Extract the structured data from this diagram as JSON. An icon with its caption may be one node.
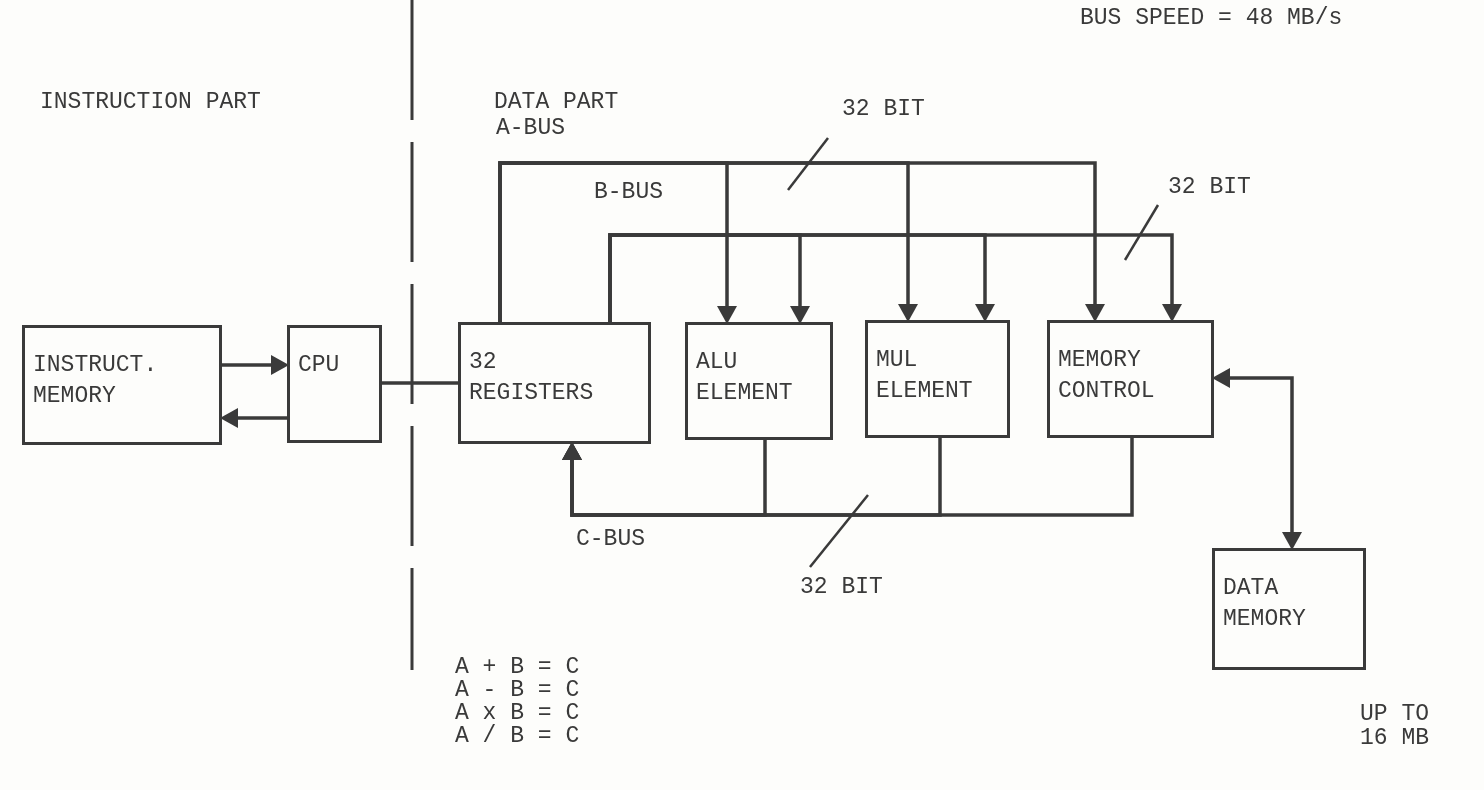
{
  "diagram": {
    "nodes": [
      {
        "text": [
          "INSTRUCT. MEMORY"
        ]
      },
      {
        "text": [
          "CPU"
        ]
      },
      {
        "text": [
          "32 REGISTERS"
        ]
      },
      {
        "text": [
          "ALU ELEMENT"
        ]
      },
      {
        "text": [
          "MUL ELEMENT"
        ]
      },
      {
        "text": [
          "MEMORY CONTROL"
        ]
      },
      {
        "text": [
          "DATA MEMORY"
        ]
      }
    ],
    "edges": [
      {
        "from": 0,
        "to": 1,
        "arrow": "to"
      },
      {
        "from": 1,
        "to": 0,
        "arrow": "to"
      },
      {
        "from": 1,
        "to": 2,
        "arrow": "none"
      },
      {
        "from": 2,
        "to": 3,
        "arrow": "to"
      },
      {
        "from": 2,
        "to": 4,
        "arrow": "to"
      },
      {
        "from": 2,
        "to": 5,
        "arrow": "to"
      },
      {
        "from": 2,
        "to": 3,
        "arrow": "to"
      },
      {
        "from": 2,
        "to": 4,
        "arrow": "to"
      },
      {
        "from": 2,
        "to": 5,
        "arrow": "to"
      },
      {
        "from": 3,
        "to": 2,
        "arrow": "to"
      },
      {
        "from": 4,
        "to": 2,
        "arrow": "to"
      },
      {
        "from": 5,
        "to": 2,
        "arrow": "to"
      },
      {
        "from": 5,
        "to": 6,
        "arrow": "both"
      }
    ],
    "labels": [
      "BUS SPEED = 48 MB/s",
      "INSTRUCTION PART",
      "DATA PART",
      "A-BUS",
      "32 BIT",
      "B-BUS",
      "32 BIT",
      "C-BUS",
      "32 BIT",
      "A + B = C",
      "A - B = C",
      "A x B = C",
      "A / B = C",
      "UP TO 16 MB"
    ]
  }
}
